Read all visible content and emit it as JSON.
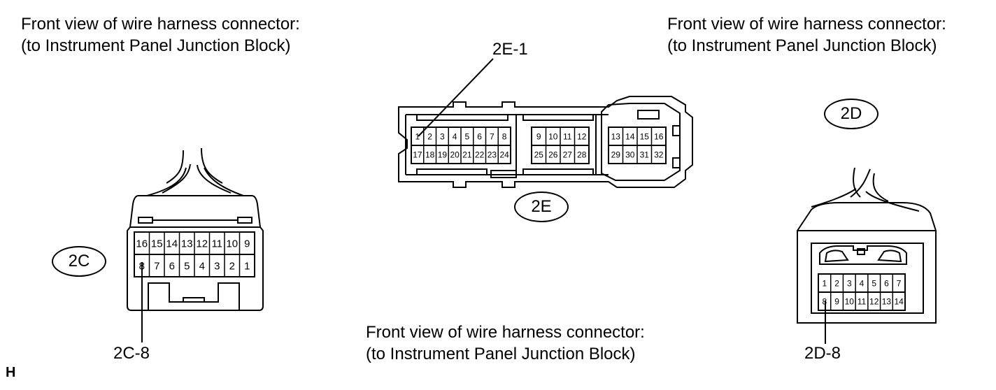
{
  "captions": {
    "left": {
      "line1": "Front view of wire harness connector:",
      "line2": "(to Instrument Panel Junction Block)"
    },
    "right": {
      "line1": "Front view of wire harness connector:",
      "line2": "(to Instrument Panel Junction Block)"
    },
    "bottom": {
      "line1": "Front view of wire harness connector:",
      "line2": "(to Instrument Panel Junction Block)"
    }
  },
  "connectors": {
    "c2c": {
      "id": "2C",
      "callout": "2C-8",
      "rows": [
        [
          "16",
          "15",
          "14",
          "13",
          "12",
          "11",
          "10",
          "9"
        ],
        [
          "8",
          "7",
          "6",
          "5",
          "4",
          "3",
          "2",
          "1"
        ]
      ]
    },
    "c2e": {
      "id": "2E",
      "callout": "2E-1",
      "groups": [
        {
          "rows": [
            [
              "1",
              "2",
              "3",
              "4",
              "5",
              "6",
              "7",
              "8"
            ],
            [
              "17",
              "18",
              "19",
              "20",
              "21",
              "22",
              "23",
              "24"
            ]
          ]
        },
        {
          "rows": [
            [
              "9",
              "10",
              "11",
              "12"
            ],
            [
              "25",
              "26",
              "27",
              "28"
            ]
          ]
        },
        {
          "rows": [
            [
              "13",
              "14",
              "15",
              "16"
            ],
            [
              "29",
              "30",
              "31",
              "32"
            ]
          ]
        }
      ]
    },
    "c2d": {
      "id": "2D",
      "callout": "2D-8",
      "rows": [
        [
          "1",
          "2",
          "3",
          "4",
          "5",
          "6",
          "7"
        ],
        [
          "8",
          "9",
          "10",
          "11",
          "12",
          "13",
          "14"
        ]
      ]
    }
  },
  "corner_mark": "H"
}
